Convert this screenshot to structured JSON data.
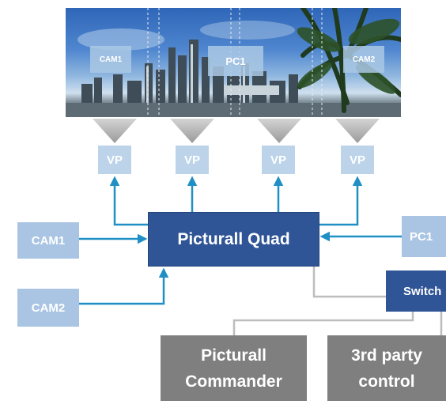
{
  "panorama": {
    "labels": [
      "CAM1",
      "PC1",
      "CAM2"
    ]
  },
  "viewports": [
    "VP",
    "VP",
    "VP",
    "VP"
  ],
  "inputs": {
    "cam1": "CAM1",
    "cam2": "CAM2",
    "pc1": "PC1"
  },
  "server": "Picturall Quad",
  "switch": "Switch",
  "clients": {
    "commander_line1": "Picturall",
    "commander_line2": "Commander",
    "third_party_line1": "3rd party",
    "third_party_line2": "control"
  },
  "colors": {
    "arrow": "#1f8fc4",
    "server": "#2f5597",
    "viewport": "#bcd3ea",
    "input": "#a9c5e3",
    "client": "#7f7f7f",
    "network_line": "#bdbdbd"
  }
}
